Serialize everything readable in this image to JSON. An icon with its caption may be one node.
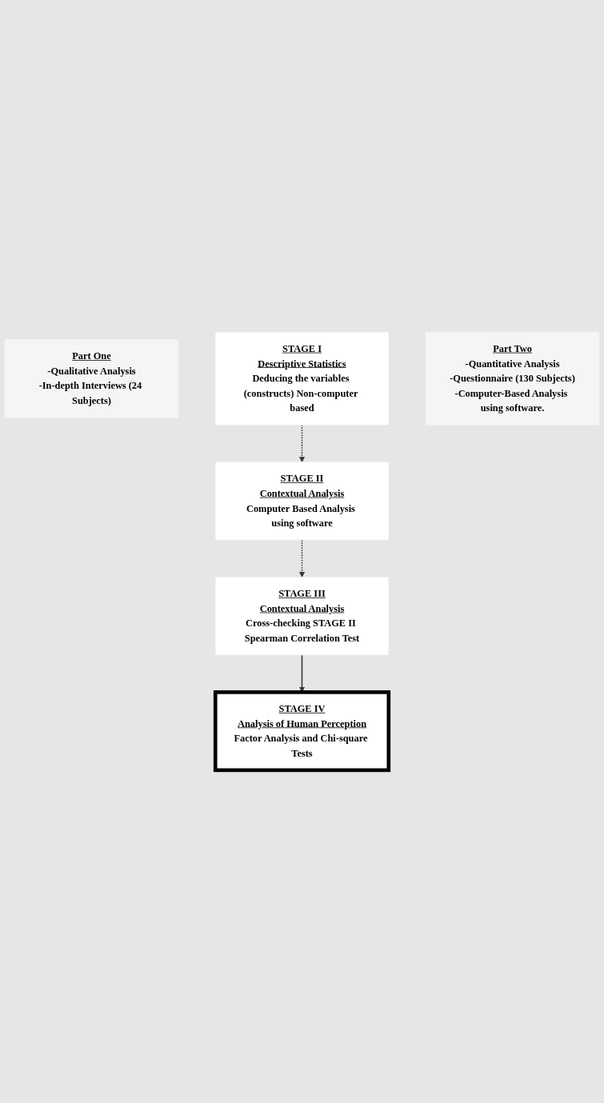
{
  "diagram": {
    "nodes": [
      {
        "text": [
          "Part One",
          "-Qualitative Analysis",
          "-In-depth Interviews (24 Subjects)"
        ]
      },
      {
        "text": [
          "STAGE I",
          "Descriptive Statistics",
          "Deducing the variables (constructs) Non-computer based"
        ]
      },
      {
        "text": [
          "STAGE II",
          "Contextual Analysis",
          "Computer Based Analysis using software"
        ]
      },
      {
        "text": [
          "Part Two",
          "-Quantitative Analysis",
          "-Questionnaire (130 Subjects)",
          "-Computer-Based Analysis using software."
        ]
      },
      {
        "text": [
          "STAGE III",
          "Contextual Analysis",
          "Cross-checking STAGE II Spearman Correlation Test"
        ]
      },
      {
        "text": [
          "STAGE IV",
          "Analysis of Human Perception",
          "Factor Analysis and Chi-square Tests"
        ]
      }
    ],
    "edges": [
      {
        "from": 1,
        "to": 2,
        "arrow": "to",
        "style": "dashed"
      },
      {
        "from": 2,
        "to": 4,
        "arrow": "to",
        "style": "dashed"
      },
      {
        "from": 4,
        "to": 5,
        "arrow": "to"
      }
    ]
  }
}
